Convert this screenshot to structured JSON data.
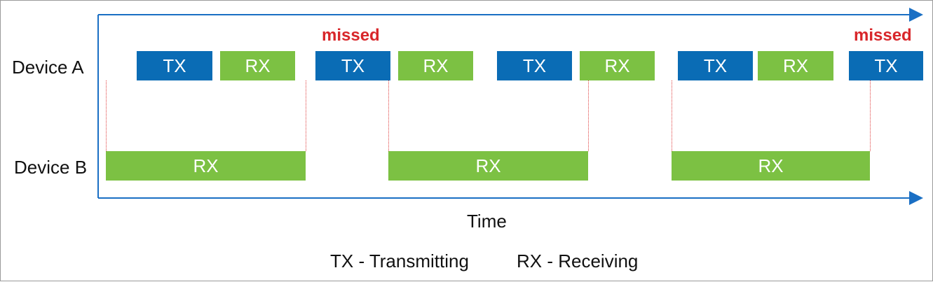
{
  "row_labels": {
    "device_a": "Device A",
    "device_b": "Device B"
  },
  "device_a_blocks": [
    {
      "type": "tx",
      "label": "TX"
    },
    {
      "type": "rx",
      "label": "RX"
    },
    {
      "type": "tx",
      "label": "TX"
    },
    {
      "type": "rx",
      "label": "RX"
    },
    {
      "type": "tx",
      "label": "TX"
    },
    {
      "type": "rx",
      "label": "RX"
    },
    {
      "type": "tx",
      "label": "TX"
    },
    {
      "type": "rx",
      "label": "RX"
    },
    {
      "type": "tx",
      "label": "TX"
    }
  ],
  "device_b_blocks": [
    {
      "type": "rx",
      "label": "RX"
    },
    {
      "type": "rx",
      "label": "RX"
    },
    {
      "type": "rx",
      "label": "RX"
    }
  ],
  "missed_labels": [
    "missed",
    "missed"
  ],
  "axis_title": "Time",
  "legend": {
    "tx": "TX - Transmitting",
    "rx": "RX - Receiving"
  },
  "colors": {
    "tx": "#0a6cb5",
    "rx": "#7cc143",
    "missed": "#d8262a",
    "axis": "#1a6fc4"
  }
}
